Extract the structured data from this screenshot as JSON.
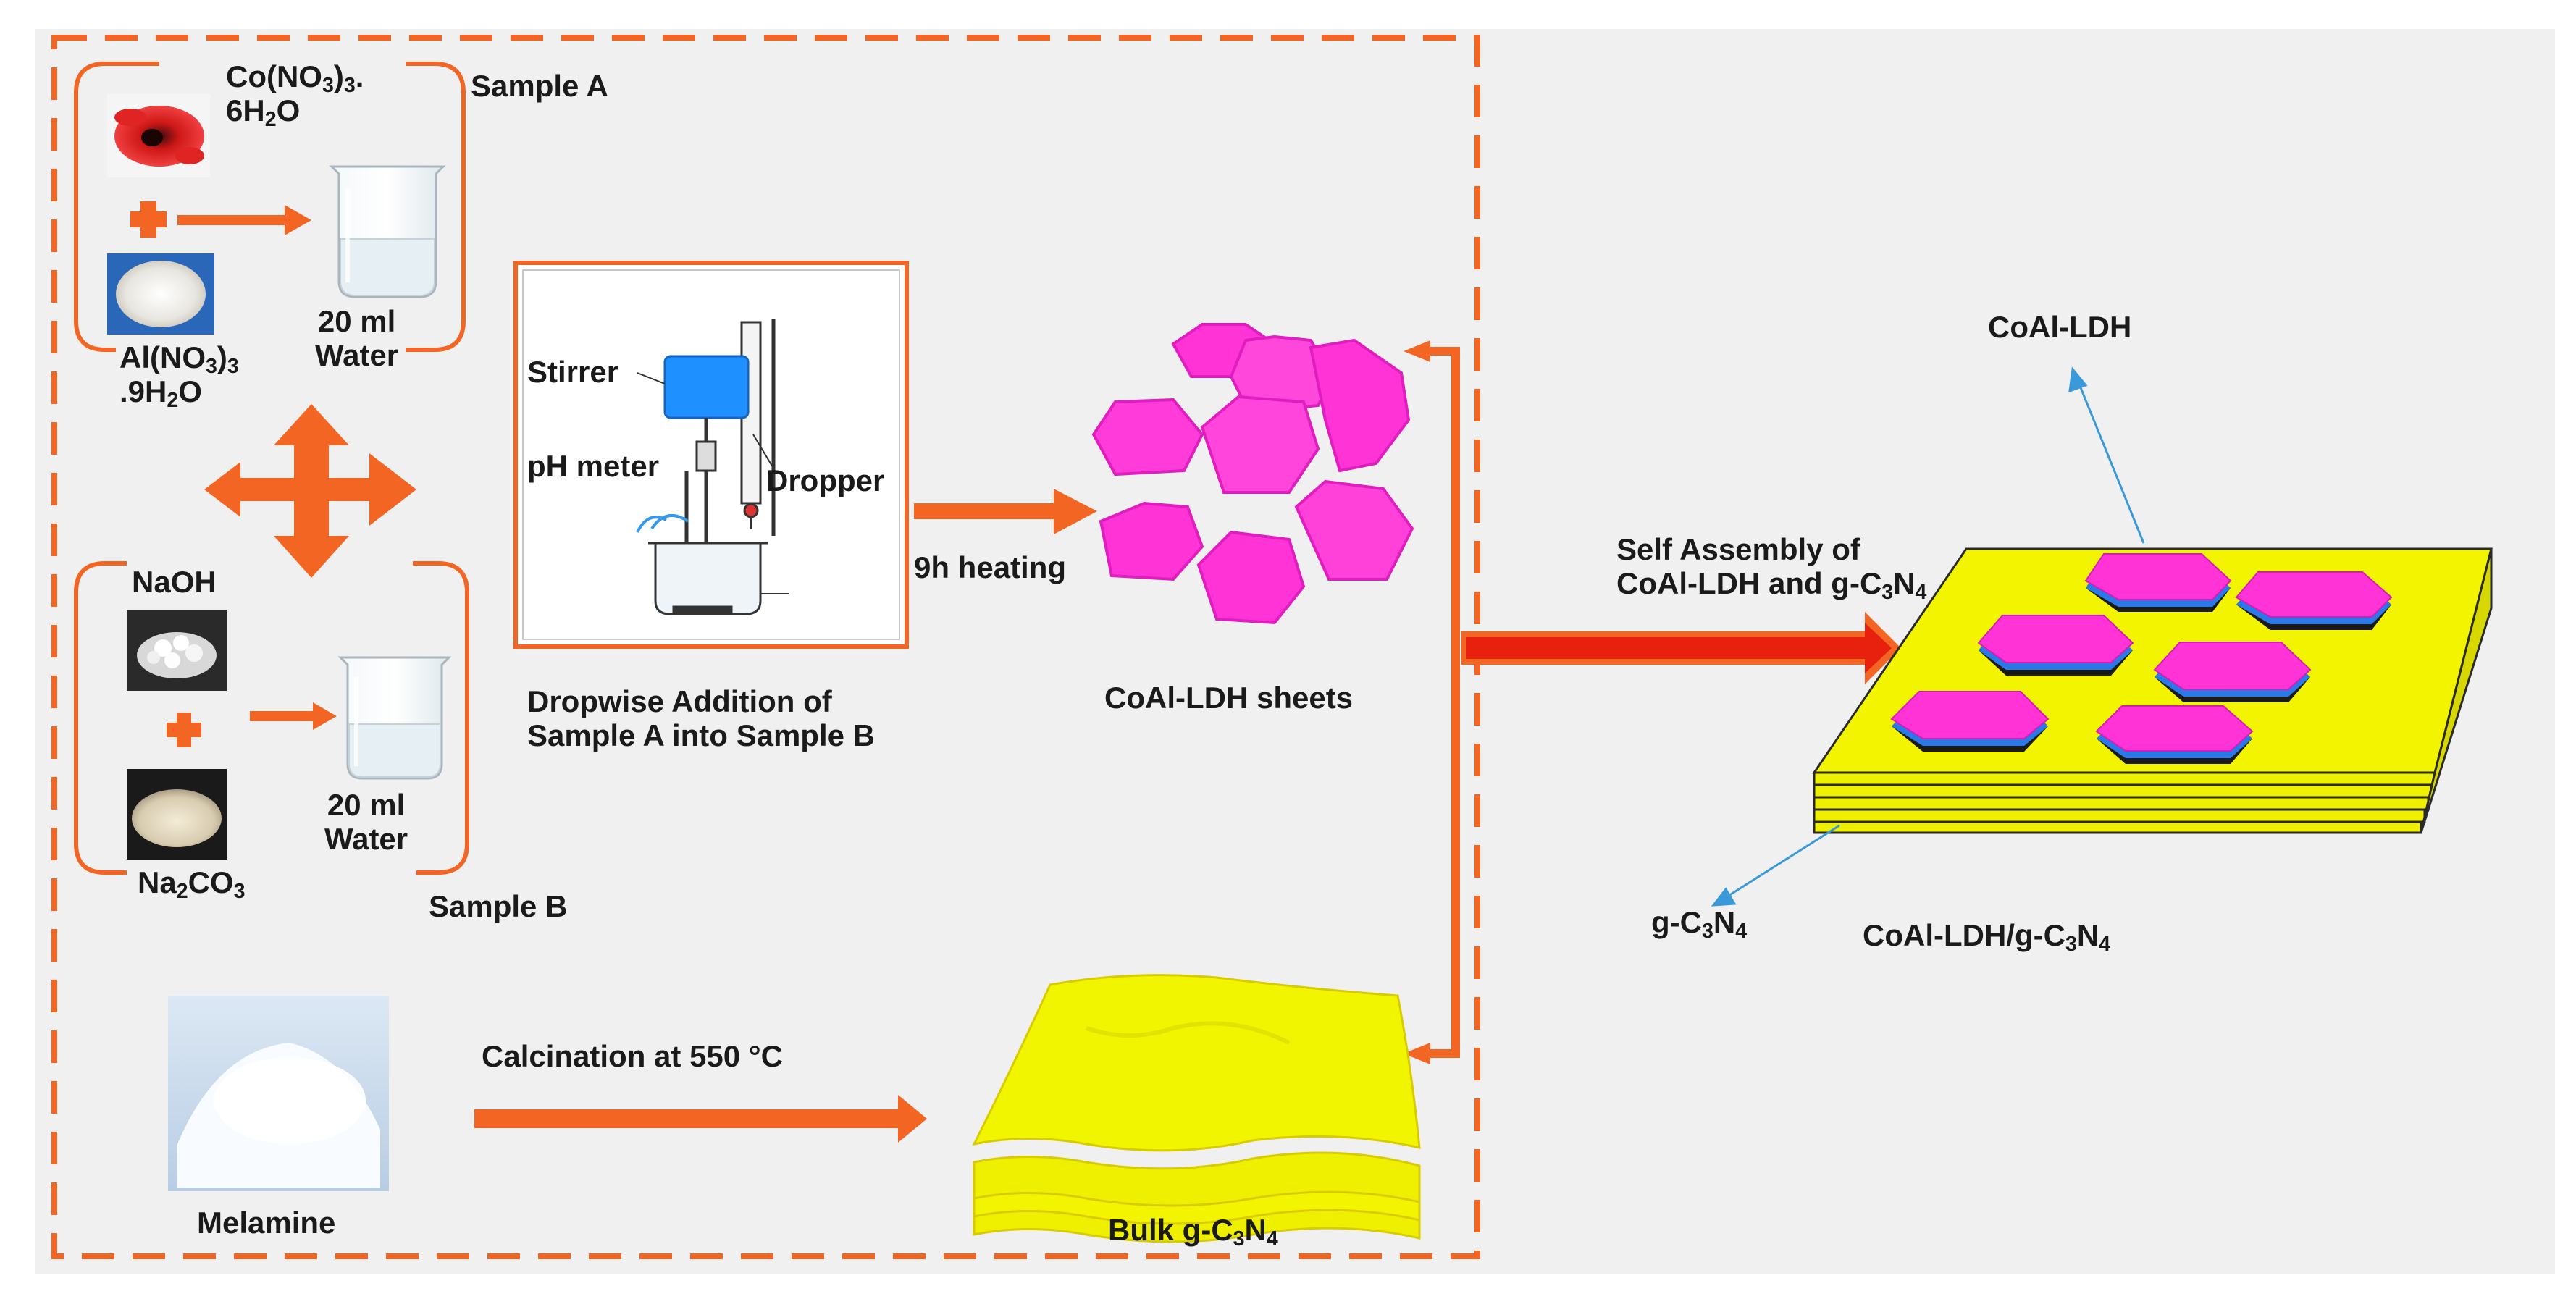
{
  "colors": {
    "accent": "#f26522",
    "arrow_red": "#e8210e",
    "ldh_magenta": "#f020c8",
    "gcn_yellow": "#eef000",
    "annot_blue": "#3a9ad9",
    "beaker_blue": "#3399ee"
  },
  "icons": [
    "plus-icon",
    "beaker-icon",
    "stirrer-apparatus-icon",
    "powder-image"
  ],
  "labels": {
    "co_formula_line1": "Co(NO3)3.",
    "co_formula_line2": "6H2O",
    "sample_a": "Sample A",
    "al_formula_line1": "Al(NO3)3",
    "al_formula_line2": ".9H2O",
    "water_a": "20 ml\nWater",
    "naoh": "NaOH",
    "na2co3": "Na2CO3",
    "water_b": "20 ml\nWater",
    "sample_b": "Sample B",
    "stirrer": "Stirrer",
    "ph_meter": "pH meter",
    "dropper": "Dropper",
    "dropwise": "Dropwise Addition of\nSample A into Sample B",
    "heating": "9h heating",
    "ldh_sheets": "CoAl-LDH sheets",
    "melamine": "Melamine",
    "calcination": "Calcination at 550 °C",
    "bulk_gcn": "Bulk g-C3N4",
    "self_assembly_line1": "Self Assembly of",
    "self_assembly_line2": "CoAl-LDH and g-C3N4",
    "coal_ldh": "CoAl-LDH",
    "gcn": "g-C3N4",
    "composite": "CoAl-LDH/g-C3N4"
  }
}
